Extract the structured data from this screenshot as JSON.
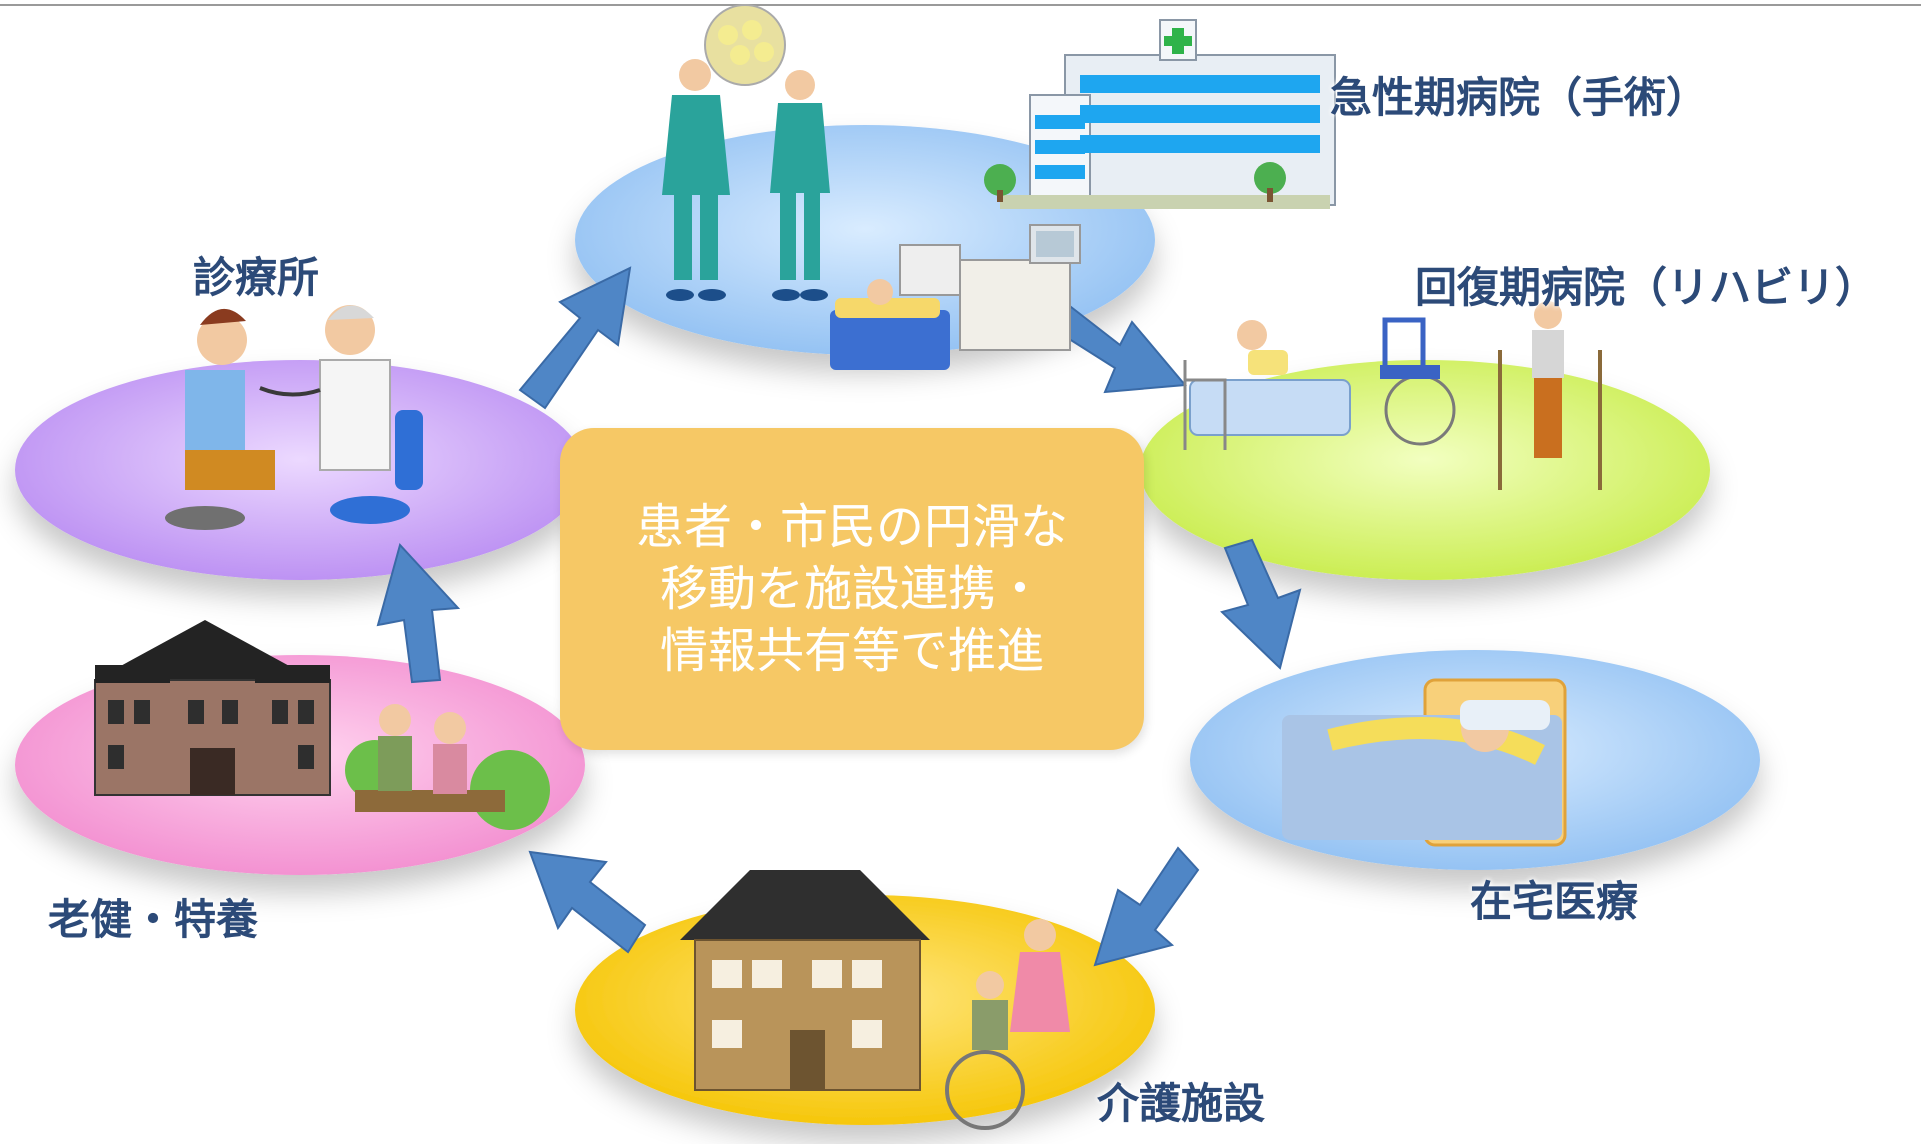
{
  "center": {
    "lines": [
      "患者・市民の円滑な",
      "移動を施設連携・",
      "情報共有等で推進"
    ]
  },
  "nodes": [
    {
      "id": "acute",
      "label": "急性期病院（手術）",
      "icon": "hospital-building-icon",
      "color": "#a7cdf7"
    },
    {
      "id": "rehab",
      "label": "回復期病院（リハビリ）",
      "icon": "wheelchair-rehab-icon",
      "color": "#d6f26a"
    },
    {
      "id": "home",
      "label": "在宅医療",
      "icon": "patient-bed-icon",
      "color": "#a7cdf7"
    },
    {
      "id": "care",
      "label": "介護施設",
      "icon": "care-house-icon",
      "color": "#f8cc00"
    },
    {
      "id": "elder",
      "label": "老健・特養",
      "icon": "elderly-facility-icon",
      "color": "#f79fd6"
    },
    {
      "id": "clinic",
      "label": "診療所",
      "icon": "doctor-stethoscope-icon",
      "color": "#c9a0f6"
    }
  ],
  "colors": {
    "arrow": "#4f86c6",
    "label": "#2c4a78",
    "center_box": "#f6c865"
  }
}
